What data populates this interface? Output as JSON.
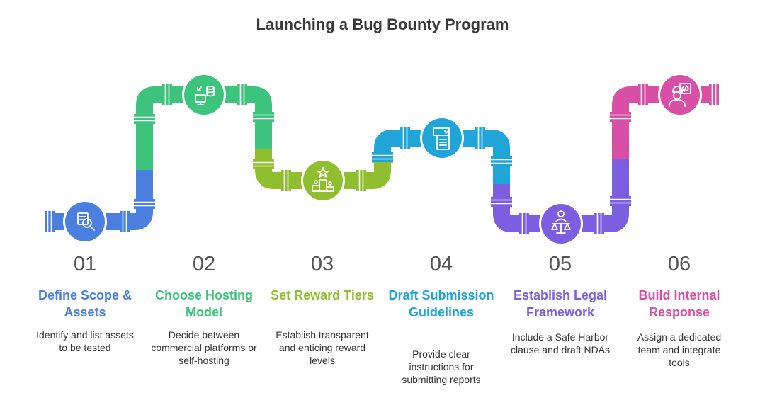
{
  "title": "Launching a Bug Bounty Program",
  "steps": [
    {
      "number": "01",
      "heading": "Define Scope & Assets",
      "description": "Identify and list assets to be tested",
      "color": "#4a7fe0",
      "icon": "asset-list-magnifier-icon"
    },
    {
      "number": "02",
      "heading": "Choose Hosting Model",
      "description": "Decide between commercial platforms or self-hosting",
      "color": "#3cc47c",
      "icon": "server-database-icon"
    },
    {
      "number": "03",
      "heading": "Set Reward Tiers",
      "description": "Establish transparent and enticing reward levels",
      "color": "#8fbf2e",
      "icon": "podium-star-icon"
    },
    {
      "number": "04",
      "heading": "Draft Submission Guidelines",
      "description": "Provide clear instructions for submitting reports",
      "color": "#1fa5d8",
      "icon": "document-guidelines-icon"
    },
    {
      "number": "05",
      "heading": "Establish Legal Framework",
      "description": "Include a Safe Harbor clause and draft NDAs",
      "color": "#7b5fe0",
      "icon": "legal-scales-person-icon"
    },
    {
      "number": "06",
      "heading": "Build Internal Response",
      "description": "Assign a dedicated team and integrate tools",
      "color": "#d94fa5",
      "icon": "engineer-code-icon"
    }
  ]
}
